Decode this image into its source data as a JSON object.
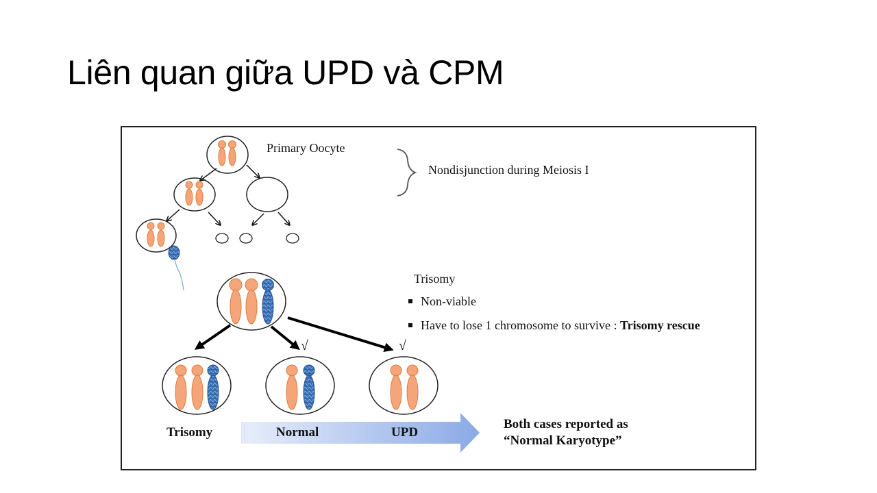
{
  "slide": {
    "title": "Liên quan giữa UPD và CPM"
  },
  "figure": {
    "meiosis": {
      "primary_oocyte_label": "Primary Oocyte",
      "brace_label": "Nondisjunction during Meiosis I"
    },
    "trisomy_info": {
      "heading": "Trisomy",
      "bullets": [
        {
          "text": "Non-viable",
          "bold_suffix": ""
        },
        {
          "text": "Have to lose 1 chromosome to survive : ",
          "bold_suffix": "Trisomy rescue"
        }
      ]
    },
    "outcomes": [
      {
        "label": "Trisomy",
        "check": ""
      },
      {
        "label": "Normal",
        "check": "√"
      },
      {
        "label": "UPD",
        "check": "√"
      }
    ],
    "conclusion": {
      "line1": "Both cases reported as",
      "line2": "“Normal Karyotype”"
    },
    "colors": {
      "maternal_chromosome": "#f4a67a",
      "maternal_outline": "#e07b3c",
      "paternal_chromosome": "#3a6fb5",
      "paternal_outline": "#24508f",
      "arrow_gradient_start": "#e6ecfa",
      "arrow_gradient_end": "#8eaee8",
      "sperm_tail": "#7aa6d8"
    }
  }
}
